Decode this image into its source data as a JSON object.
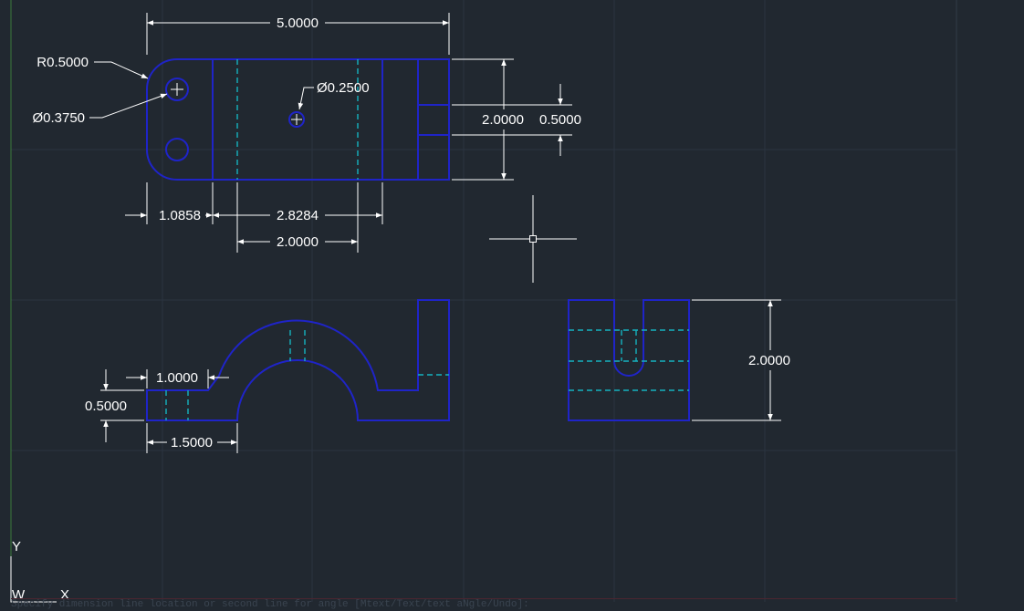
{
  "drawing": {
    "top_view": {
      "dim_overall_length": "5.0000",
      "dim_fillet_radius": "R0.5000",
      "dim_hole_large": "Ø0.3750",
      "dim_hole_small": "Ø0.2500",
      "dim_height": "2.0000",
      "dim_slot": "0.5000",
      "dim_offset": "1.0858",
      "dim_span": "2.8284",
      "dim_inner_span": "2.0000"
    },
    "front_view": {
      "dim_step": "1.0000",
      "dim_thickness": "0.5000",
      "dim_base": "1.5000"
    },
    "side_view": {
      "dim_height": "2.0000"
    }
  },
  "ucs_icon": {
    "y_label": "Y",
    "w_label": "W",
    "x_label": "X"
  },
  "command_line": {
    "prompt": "Specify dimension line location or second line for angle [Mtext/Text/text aNgle/Undo]:"
  },
  "colors": {
    "background": "#212830",
    "object_lines": "#1f24c8",
    "hidden_lines": "#15b3c0",
    "dimensions": "#ffffff"
  }
}
